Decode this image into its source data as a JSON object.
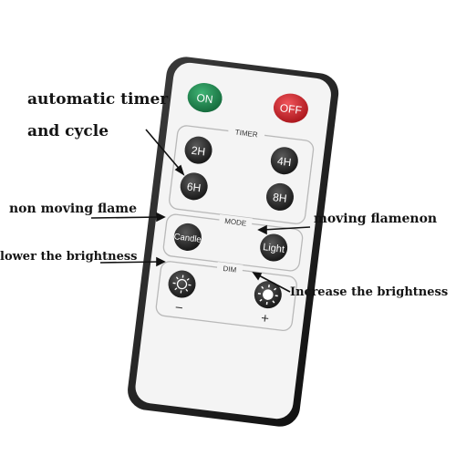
{
  "remote": {
    "power": {
      "on_label": "ON",
      "off_label": "OFF",
      "on_color": "#1e8a4e",
      "off_color": "#d9252b"
    },
    "timer": {
      "section_label": "TIMER",
      "buttons": [
        "2H",
        "4H",
        "6H",
        "8H"
      ]
    },
    "mode": {
      "section_label": "MODE",
      "candle_label": "Candle",
      "light_label": "Light"
    },
    "dim": {
      "section_label": "DIM",
      "minus_label": "−",
      "plus_label": "+",
      "minus_icon": "sun-outline-icon",
      "plus_icon": "sun-filled-icon"
    }
  },
  "annotations": {
    "timer_line1": "automatic timer",
    "timer_line2": "and cycle",
    "non_moving": "non moving flame",
    "moving": "moving flamenon",
    "lower": "lower the brightness",
    "increase": "Increase the brightness"
  }
}
